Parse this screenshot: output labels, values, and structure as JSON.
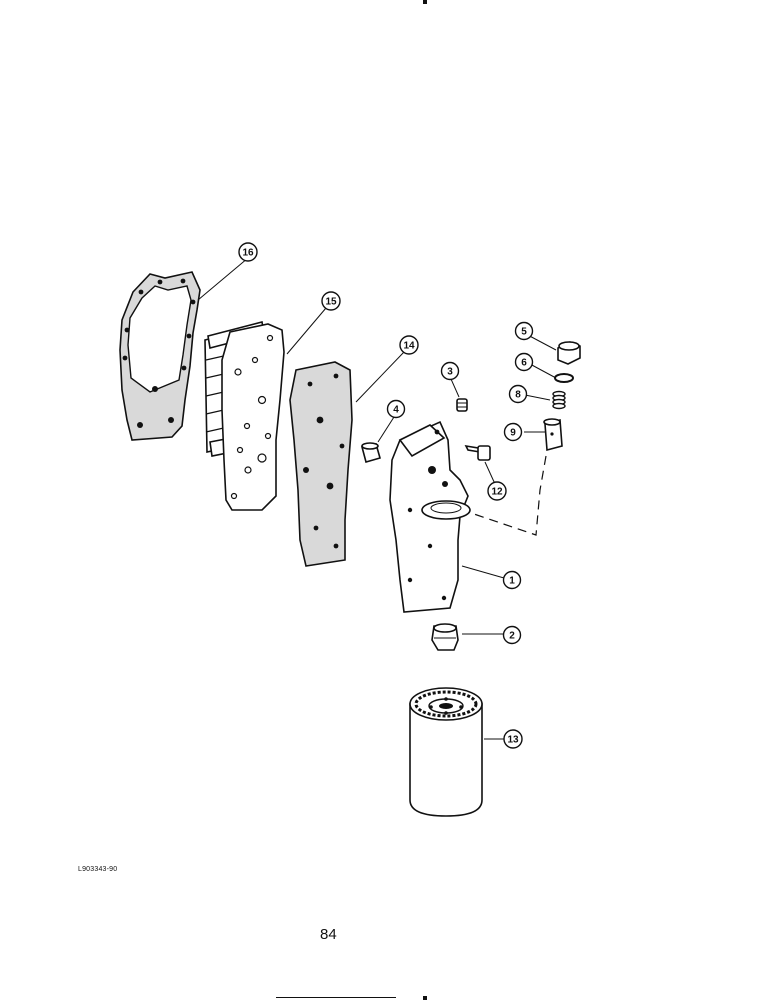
{
  "callouts": [
    {
      "id": "c1",
      "label": "1"
    },
    {
      "id": "c2",
      "label": "2"
    },
    {
      "id": "c3",
      "label": "3"
    },
    {
      "id": "c4",
      "label": "4"
    },
    {
      "id": "c5",
      "label": "5"
    },
    {
      "id": "c6",
      "label": "6"
    },
    {
      "id": "c8",
      "label": "8"
    },
    {
      "id": "c9",
      "label": "9"
    },
    {
      "id": "c12",
      "label": "12"
    },
    {
      "id": "c13",
      "label": "13"
    },
    {
      "id": "c14",
      "label": "14"
    },
    {
      "id": "c15",
      "label": "15"
    },
    {
      "id": "c16",
      "label": "16"
    }
  ],
  "drawing_id": "L903343-90",
  "page_number": "84"
}
